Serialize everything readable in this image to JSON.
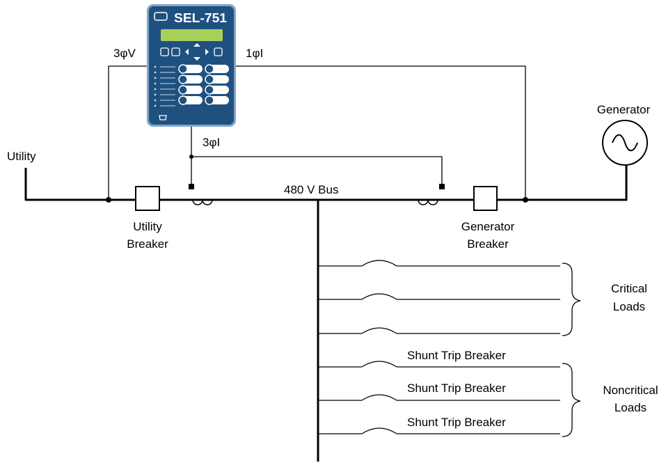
{
  "relay": {
    "model": "SEL-751",
    "body_color": "#1f5180",
    "lcd_color": "#a8d15a"
  },
  "signals": {
    "voltage_3ph": "3φV",
    "current_1ph": "1φI",
    "current_3ph": "3φI"
  },
  "labels": {
    "utility": "Utility",
    "generator": "Generator",
    "bus": "480 V Bus",
    "utility_breaker_line1": "Utility",
    "utility_breaker_line2": "Breaker",
    "generator_breaker_line1": "Generator",
    "generator_breaker_line2": "Breaker",
    "critical_line1": "Critical",
    "critical_line2": "Loads",
    "noncritical_line1": "Noncritical",
    "noncritical_line2": "Loads"
  },
  "shunt_breakers": [
    {
      "label": "Shunt Trip Breaker"
    },
    {
      "label": "Shunt Trip Breaker"
    },
    {
      "label": "Shunt Trip Breaker"
    }
  ]
}
